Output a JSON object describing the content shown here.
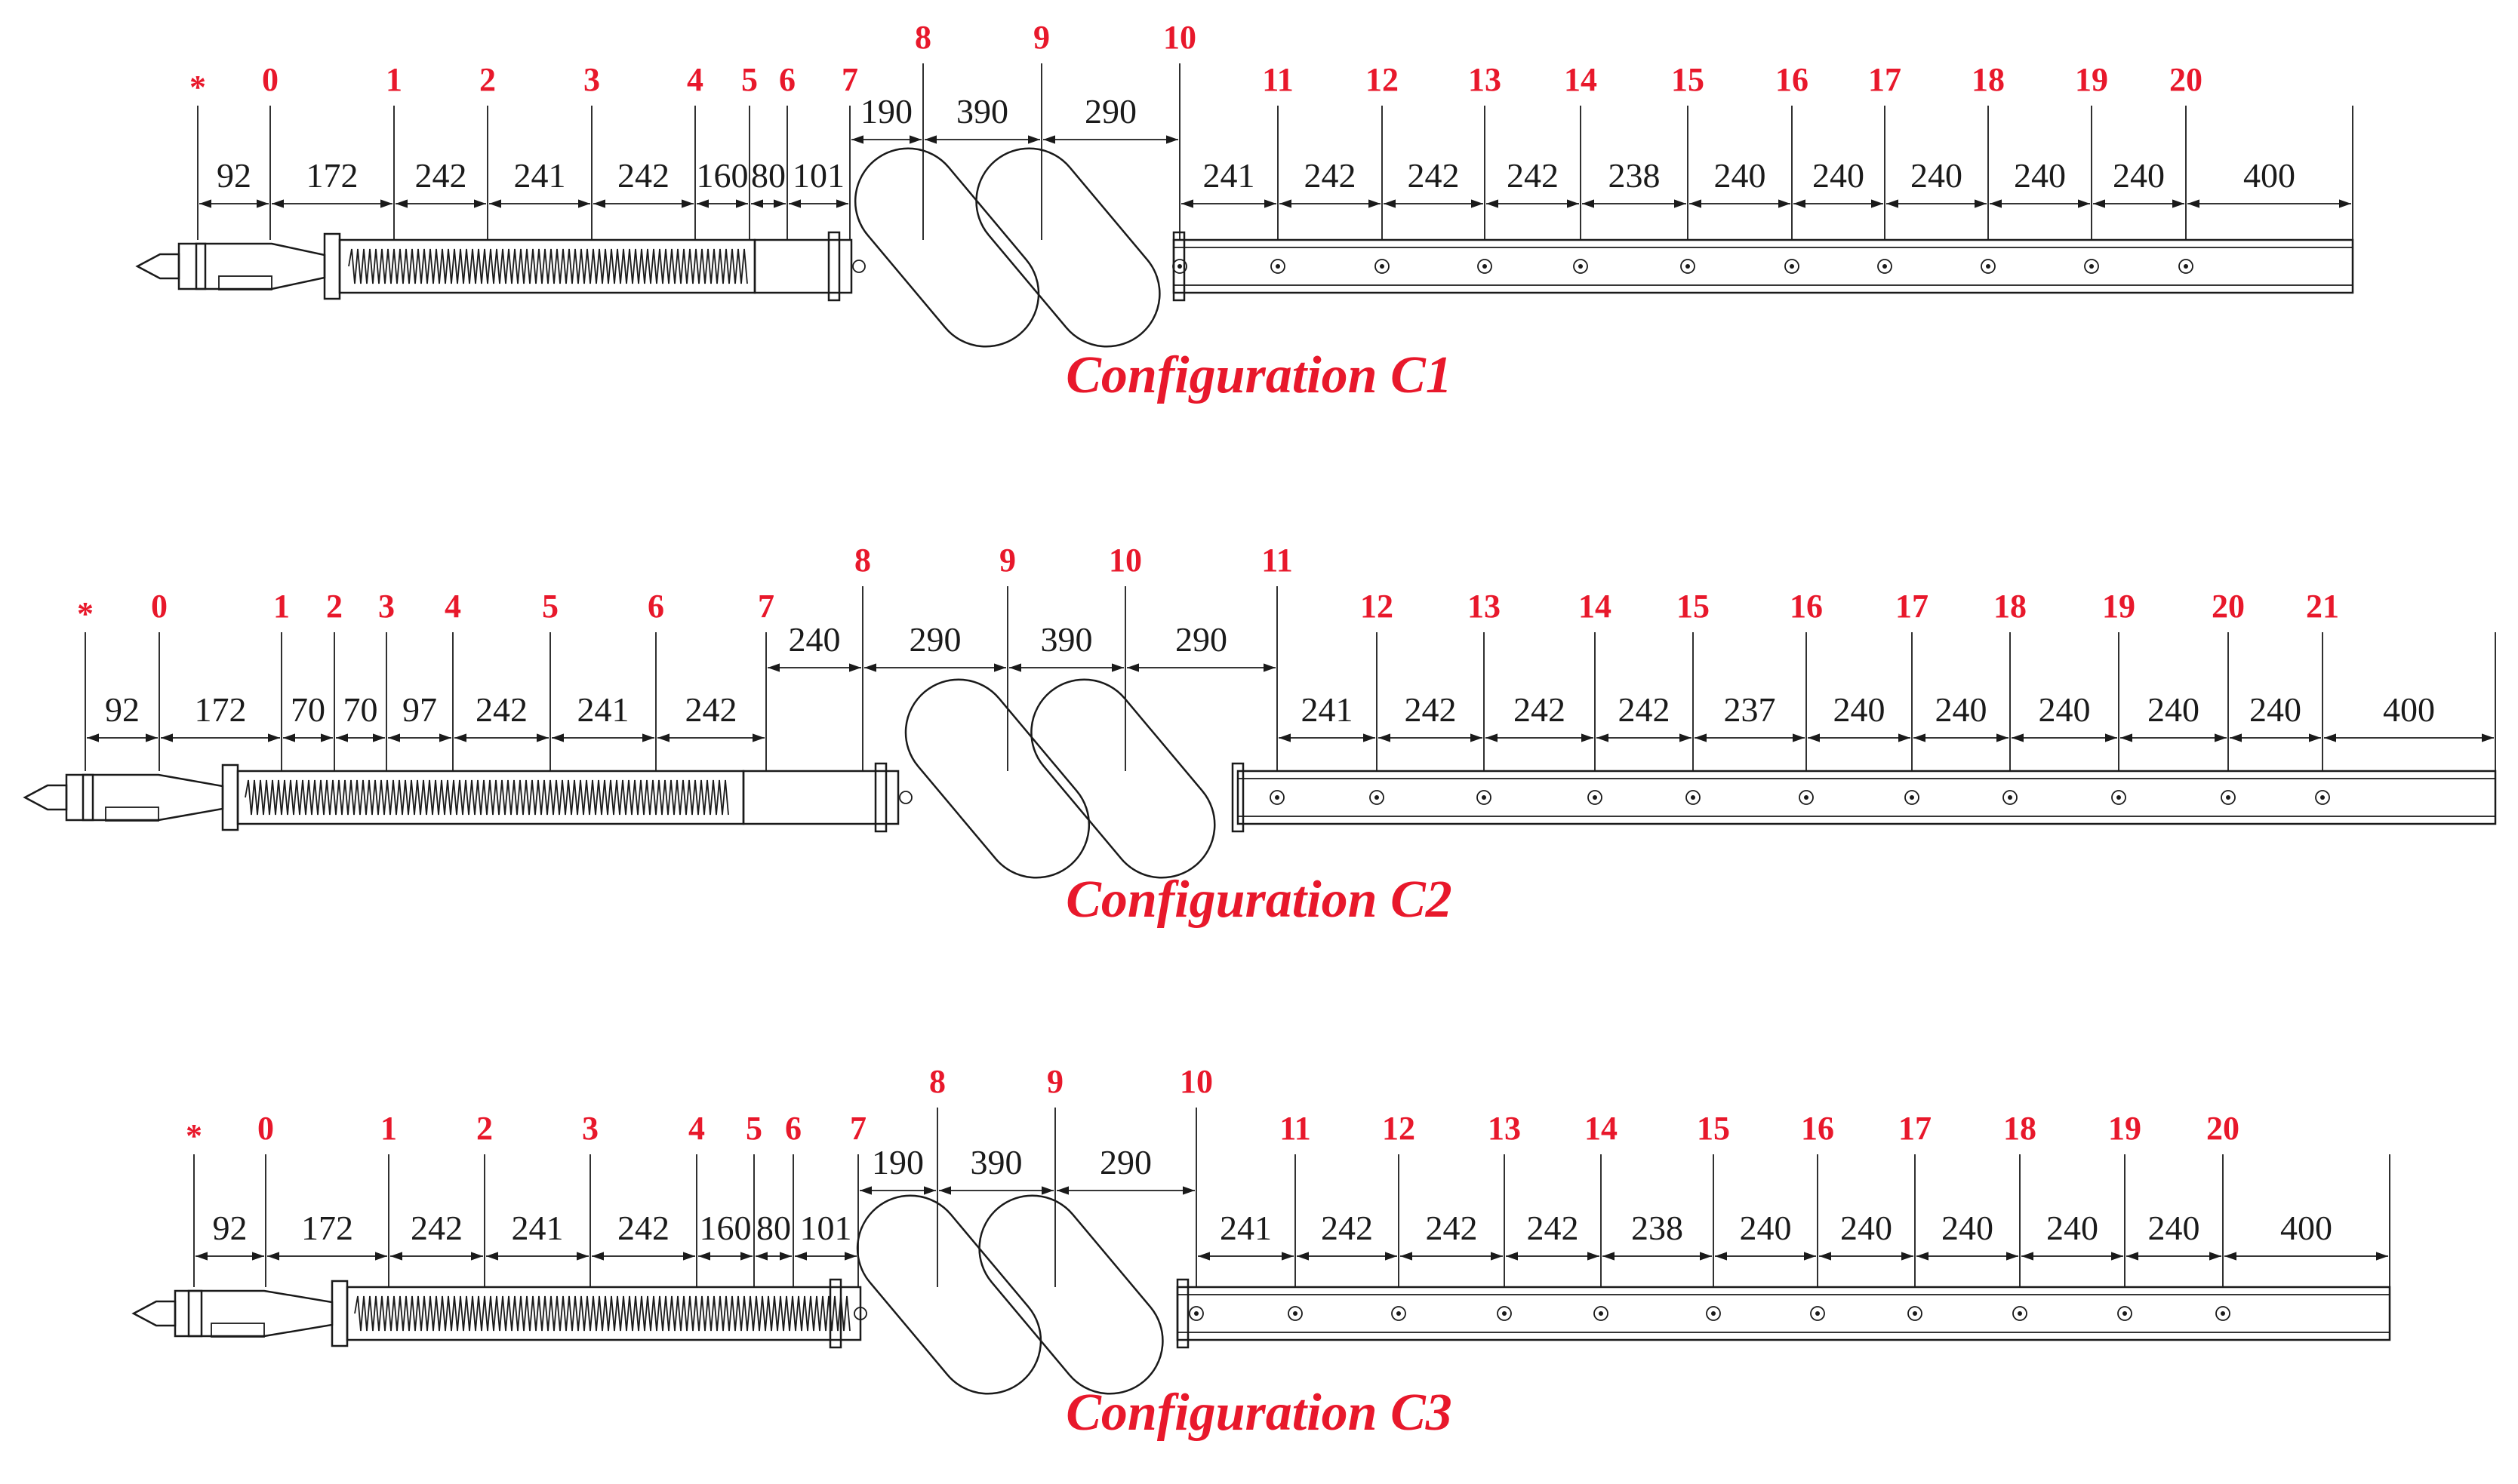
{
  "colors": {
    "label": "#e8182b",
    "line": "#1a1a1a",
    "background": "#ffffff"
  },
  "configs": [
    {
      "id": "c1",
      "title": "Configuration C1",
      "labels": [
        "*",
        "0",
        "1",
        "2",
        "3",
        "4",
        "5",
        "6",
        "7",
        "8",
        "9",
        "10",
        "11",
        "12",
        "13",
        "14",
        "15",
        "16",
        "17",
        "18",
        "19",
        "20"
      ],
      "dims": [
        "92",
        "172",
        "242",
        "241",
        "242",
        "160",
        "80",
        "101",
        "190",
        "390",
        "290",
        "241",
        "242",
        "242",
        "242",
        "238",
        "240",
        "240",
        "240",
        "240",
        "240",
        "400"
      ]
    },
    {
      "id": "c2",
      "title": "Configuration C2",
      "labels": [
        "*",
        "0",
        "1",
        "2",
        "3",
        "4",
        "5",
        "6",
        "7",
        "8",
        "9",
        "10",
        "11",
        "12",
        "13",
        "14",
        "15",
        "16",
        "17",
        "18",
        "19",
        "20",
        "21"
      ],
      "dims": [
        "92",
        "172",
        "70",
        "70",
        "97",
        "242",
        "241",
        "242",
        "240",
        "290",
        "390",
        "290",
        "241",
        "242",
        "242",
        "242",
        "237",
        "240",
        "240",
        "240",
        "240",
        "240",
        "400"
      ]
    },
    {
      "id": "c3",
      "title": "Configuration C3",
      "labels": [
        "*",
        "0",
        "1",
        "2",
        "3",
        "4",
        "5",
        "6",
        "7",
        "8",
        "9",
        "10",
        "11",
        "12",
        "13",
        "14",
        "15",
        "16",
        "17",
        "18",
        "19",
        "20"
      ],
      "dims": [
        "92",
        "172",
        "242",
        "241",
        "242",
        "160",
        "80",
        "101",
        "190",
        "390",
        "290",
        "241",
        "242",
        "242",
        "242",
        "238",
        "240",
        "240",
        "240",
        "240",
        "240",
        "400"
      ]
    }
  ]
}
